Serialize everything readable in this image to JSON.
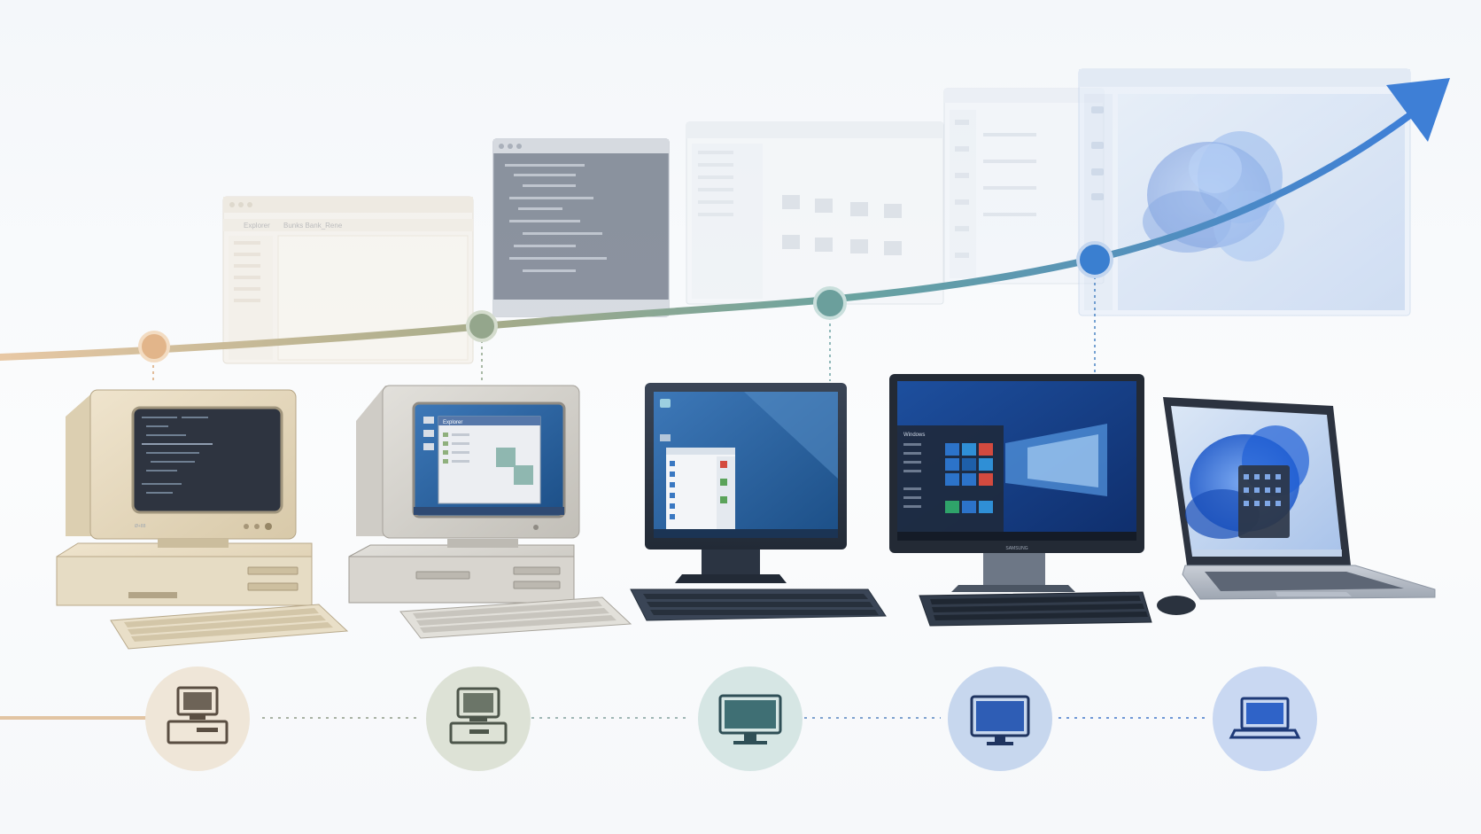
{
  "eras": [
    {
      "id": "era1",
      "device": "beige-crt-pc",
      "ui": "command-line",
      "node_color": "#d9a878",
      "icon_bg": "#efe6d8",
      "icon_fg": "#6f6252"
    },
    {
      "id": "era2",
      "device": "gray-crt-pc",
      "ui": "early-gui",
      "node_color": "#8ea38a",
      "icon_bg": "#dde2d6",
      "icon_fg": "#5c6658"
    },
    {
      "id": "era3",
      "device": "lcd-monitor",
      "ui": "start-menu-desktop",
      "node_color": "#6fa3a3",
      "icon_bg": "#d6e6e4",
      "icon_fg": "#3f6f74"
    },
    {
      "id": "era4",
      "device": "widescreen-monitor",
      "ui": "tiled-start-menu",
      "node_color": "#4a84c4",
      "icon_bg": "#c7d7ee",
      "icon_fg": "#2f4f86"
    },
    {
      "id": "era5",
      "device": "laptop",
      "ui": "modern-desktop",
      "node_color": "#2f6fd0",
      "icon_bg": "#c9d8f2",
      "icon_fg": "#2a54a8"
    }
  ],
  "screens": {
    "era1_lines": "Ø+88",
    "era2_window_title": "Explorer",
    "ghost_window_title": "Explorer",
    "ghost_window_tabs": "Bunks  Bank_Rene",
    "era4_start_label": "Windows",
    "monitor_brand": "SAMSUNG"
  },
  "colors": {
    "trend_start": "#e3bd95",
    "trend_mid": "#6fa39c",
    "trend_end": "#3e7fd6"
  }
}
